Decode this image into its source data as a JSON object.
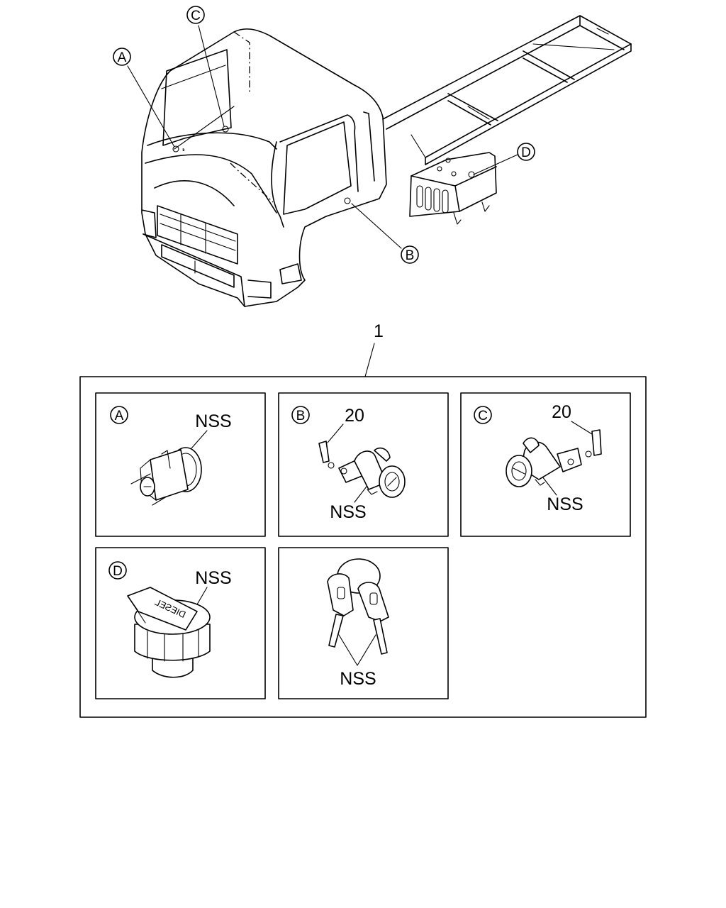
{
  "diagram": {
    "assembly_number": "1",
    "overview_callouts": [
      "A",
      "B",
      "C",
      "D"
    ],
    "panels": [
      {
        "id": "A",
        "parts": [
          "NSS"
        ]
      },
      {
        "id": "B",
        "parts": [
          "20",
          "NSS"
        ]
      },
      {
        "id": "C",
        "parts": [
          "20",
          "NSS"
        ]
      },
      {
        "id": "D",
        "parts": [
          "NSS"
        ],
        "cap_text": "DIESEL"
      },
      {
        "id": "keys",
        "parts": [
          "NSS"
        ]
      }
    ]
  }
}
